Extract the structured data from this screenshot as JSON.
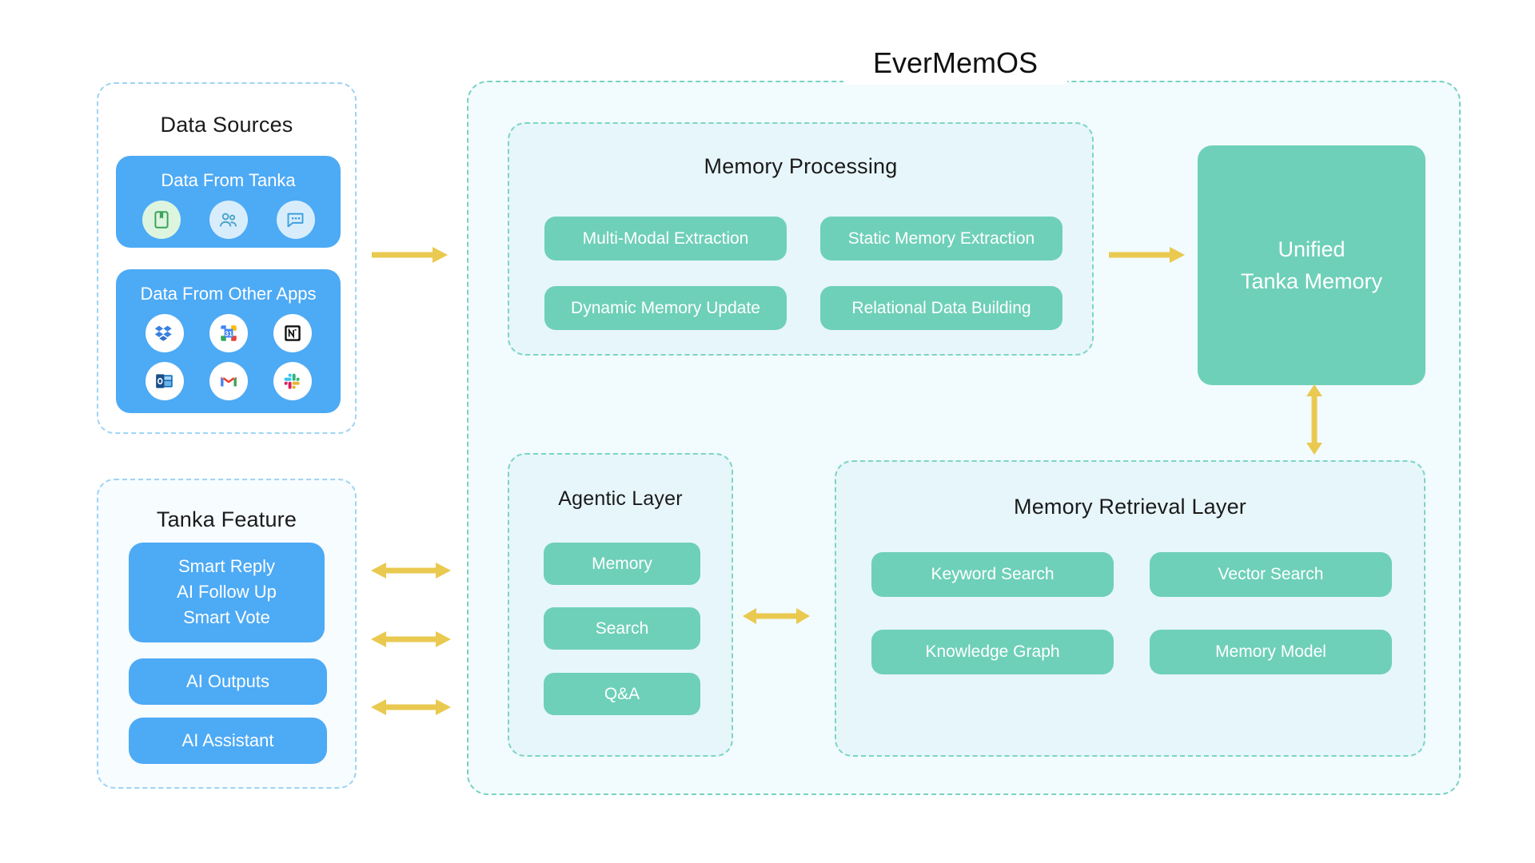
{
  "diagram": {
    "title": "EverMemOS",
    "colors": {
      "blue_card": "#4daaf5",
      "teal_pill": "#6ed0b8",
      "arrow_yellow": "#e9c94f",
      "panel_blue_dash": "#9fd4f3",
      "panel_teal_dash": "#77d4c0",
      "panel_fill_light": "#f2fbfe",
      "inner_fill": "#e7f6fb"
    }
  },
  "data_sources": {
    "title": "Data Sources",
    "tanka_card": {
      "title": "Data From Tanka",
      "icons": [
        {
          "name": "note-book-icon",
          "style": "pale-green"
        },
        {
          "name": "people-group-icon",
          "style": "pale-blue"
        },
        {
          "name": "chat-bubble-icon",
          "style": "pale-blue"
        }
      ]
    },
    "other_apps_card": {
      "title": "Data From Other Apps",
      "icons": [
        {
          "name": "dropbox-icon"
        },
        {
          "name": "google-calendar-icon"
        },
        {
          "name": "notion-icon"
        },
        {
          "name": "outlook-icon"
        },
        {
          "name": "gmail-icon"
        },
        {
          "name": "slack-icon"
        }
      ]
    }
  },
  "tanka_feature": {
    "title": "Tanka Feature",
    "cards": [
      {
        "name": "smart-features-card",
        "lines": [
          "Smart Reply",
          "AI Follow Up",
          "Smart Vote"
        ]
      },
      {
        "name": "ai-outputs-card",
        "lines": [
          "AI Outputs"
        ]
      },
      {
        "name": "ai-assistant-card",
        "lines": [
          "AI Assistant"
        ]
      }
    ]
  },
  "memory_processing": {
    "title": "Memory Processing",
    "items": [
      "Multi-Modal Extraction",
      "Static Memory Extraction",
      "Dynamic Memory Update",
      "Relational Data Building"
    ]
  },
  "unified_memory": {
    "line1": "Unified",
    "line2": "Tanka Memory"
  },
  "agentic_layer": {
    "title": "Agentic Layer",
    "items": [
      "Memory",
      "Search",
      "Q&A"
    ]
  },
  "memory_retrieval": {
    "title": "Memory Retrieval Layer",
    "items": [
      "Keyword Search",
      "Vector Search",
      "Knowledge Graph",
      "Memory Model"
    ]
  },
  "arrows": [
    {
      "name": "arrow-sources-to-processing",
      "direction": "right"
    },
    {
      "name": "arrow-processing-to-unified-memory",
      "direction": "right"
    },
    {
      "name": "arrow-unified-memory-to-retrieval",
      "direction": "updown"
    },
    {
      "name": "arrow-feature-to-agentic-1",
      "direction": "leftright"
    },
    {
      "name": "arrow-feature-to-agentic-2",
      "direction": "leftright"
    },
    {
      "name": "arrow-feature-to-agentic-3",
      "direction": "leftright"
    },
    {
      "name": "arrow-agentic-to-retrieval",
      "direction": "leftright"
    }
  ]
}
